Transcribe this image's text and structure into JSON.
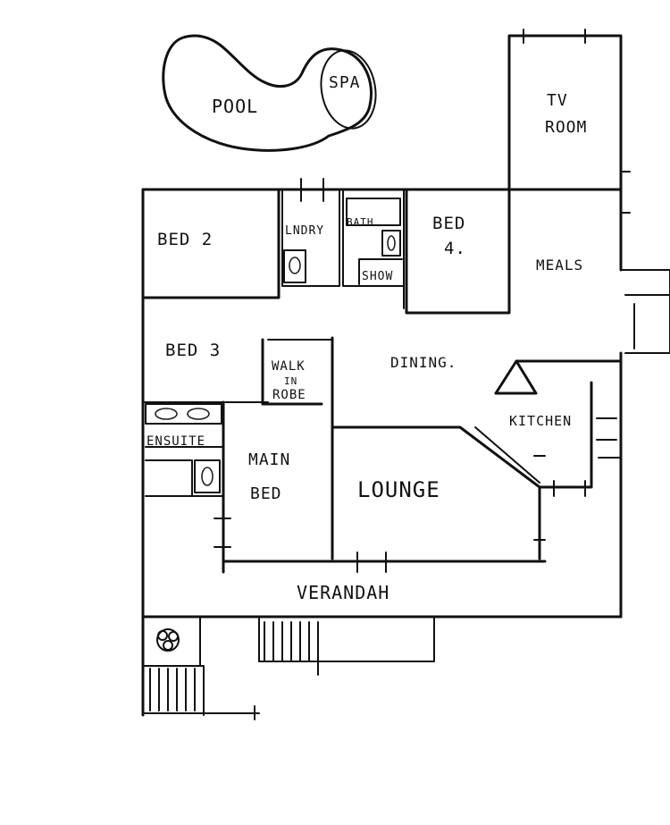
{
  "labels": {
    "pool": "POOL",
    "spa": "SPA",
    "tv_room_1": "TV",
    "tv_room_2": "ROOM",
    "bed2": "BED 2",
    "lndry": "LNDRY",
    "bath": "BATH",
    "show": "SHOW",
    "bed4_1": "BED",
    "bed4_2": "4.",
    "meals": "MEALS",
    "bed3": "BED 3",
    "walk_in_robe_1": "WALK",
    "walk_in_robe_2": "IN",
    "walk_in_robe_3": "ROBE",
    "dining": "DINING.",
    "kitchen": "KITCHEN",
    "ensuite": "ENSUITE",
    "main_bed_1": "MAIN",
    "main_bed_2": "BED",
    "lounge": "LOUNGE",
    "verandah": "VERANDAH"
  }
}
